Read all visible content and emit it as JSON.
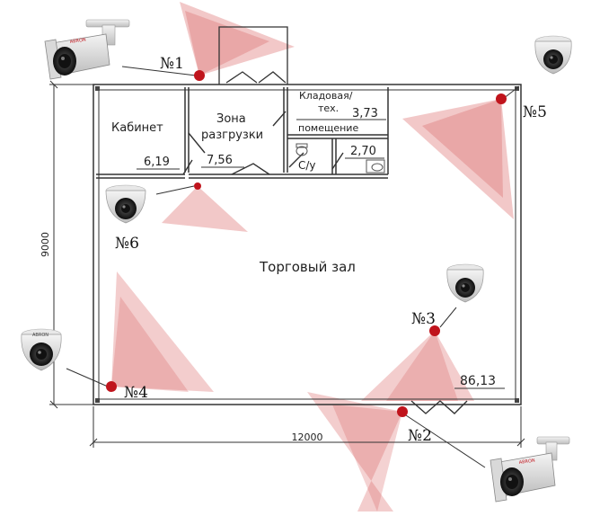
{
  "dimensions": {
    "width": "12000",
    "height": "9000"
  },
  "rooms": [
    {
      "id": "cabinet",
      "name": "Кабинет",
      "area": "6,19"
    },
    {
      "id": "unload",
      "name": "Зона разгрузки",
      "name_lines": [
        "Зона",
        "разгрузки"
      ],
      "area": "7,56"
    },
    {
      "id": "storage",
      "name": "Кладовая/ тех. помещение",
      "name_lines": [
        "Кладовая/",
        "тех.",
        "помещение"
      ],
      "area": "3,73"
    },
    {
      "id": "wc",
      "name": "С/у",
      "area": "2,70"
    },
    {
      "id": "hall",
      "name": "Торговый зал",
      "area": "86,13"
    }
  ],
  "cameras": [
    {
      "label": "№1",
      "type": "bullet"
    },
    {
      "label": "№2",
      "type": "bullet"
    },
    {
      "label": "№3",
      "type": "dome"
    },
    {
      "label": "№4",
      "type": "dome"
    },
    {
      "label": "№5",
      "type": "dome"
    },
    {
      "label": "№6",
      "type": "dome"
    }
  ],
  "colors": {
    "camera_point": "#c0141c",
    "coverage": "#e8a3a3",
    "walls": "#333333",
    "camera_body": "#e6e6e6",
    "camera_lens": "#2a2a2a"
  },
  "camera_brand": "ABRON"
}
